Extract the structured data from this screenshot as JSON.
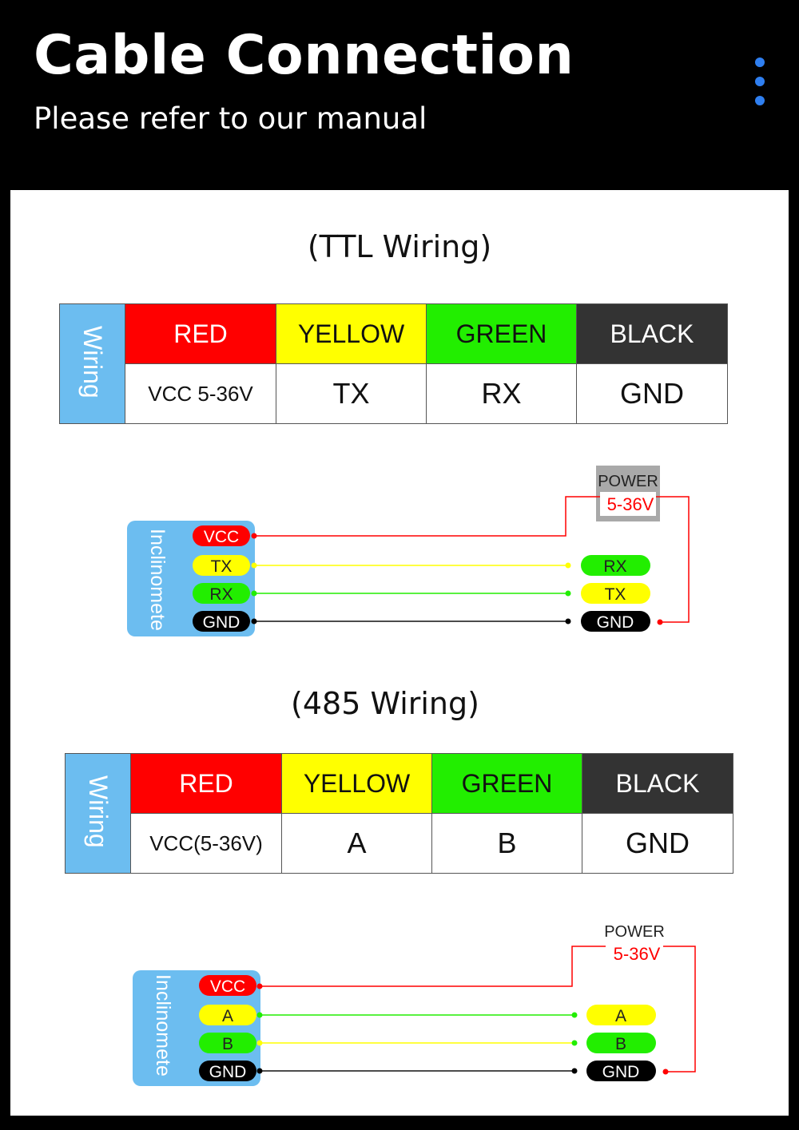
{
  "header": {
    "title": "Cable Connection",
    "subtitle": "Please refer to our manual"
  },
  "colors": {
    "red": "#ff0000",
    "yellow": "#ffff00",
    "green": "#22ee00",
    "black": "#333333",
    "side": "#6cbdf0",
    "dots": "#2f7ff0"
  },
  "ttl": {
    "title": "(TTL Wiring)",
    "side_label": "Wiring",
    "headers": [
      "RED",
      "YELLOW",
      "GREEN",
      "BLACK"
    ],
    "values": [
      "VCC 5-36V",
      "TX",
      "RX",
      "GND"
    ],
    "device_label": "Inclinomete",
    "left_pins": [
      "VCC",
      "TX",
      "RX",
      "GND"
    ],
    "right_pins": [
      "RX",
      "TX",
      "GND"
    ],
    "power_label": "POWER",
    "power_value": "5-36V"
  },
  "rs485": {
    "title": "(485 Wiring)",
    "side_label": "Wiring",
    "headers": [
      "RED",
      "YELLOW",
      "GREEN",
      "BLACK"
    ],
    "values": [
      "VCC(5-36V)",
      "A",
      "B",
      "GND"
    ],
    "device_label": "Inclinomete",
    "left_pins": [
      "VCC",
      "A",
      "B",
      "GND"
    ],
    "right_pins": [
      "A",
      "B",
      "GND"
    ],
    "power_label": "POWER",
    "power_value": "5-36V"
  }
}
